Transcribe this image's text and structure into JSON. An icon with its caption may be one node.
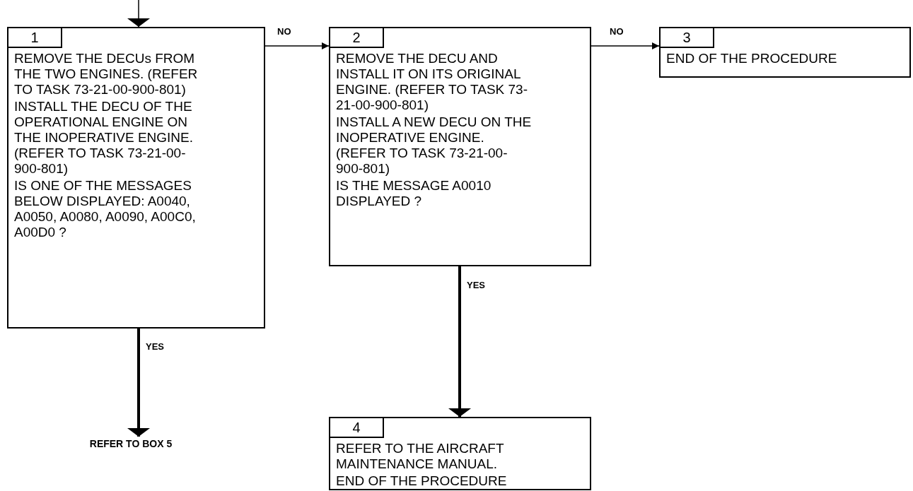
{
  "diagram": {
    "nodes": [
      {
        "text": [
          "1",
          "REMOVE THE DECUs FROM THE TWO ENGINES. (REFER TO TASK 73-21-00-900-801)",
          "INSTALL THE DECU OF THE OPERATIONAL ENGINE ON THE INOPERATIVE ENGINE. (REFER TO TASK 73-21-00-900-801)",
          "IS ONE OF THE MESSAGES BELOW DISPLAYED: A0040, A0050, A0080, A0090, A00C0, A00D0 ?"
        ]
      },
      {
        "text": [
          "2",
          "REMOVE THE DECU AND INSTALL IT ON ITS ORIGINAL ENGINE. (REFER TO TASK 73-21-00-900-801)",
          "INSTALL A NEW DECU ON THE INOPERATIVE ENGINE. (REFER TO TASK 73-21-00-900-801)",
          "IS THE MESSAGE A0010 DISPLAYED ?"
        ]
      },
      {
        "text": [
          "3",
          "END OF THE PROCEDURE"
        ]
      },
      {
        "text": [
          "4",
          "REFER TO THE AIRCRAFT MAINTENANCE MANUAL.",
          "END OF THE PROCEDURE"
        ]
      },
      {
        "text": [
          "REFER TO BOX 5"
        ]
      }
    ],
    "edges": [
      {
        "from": null,
        "to": 0,
        "arrow": "to"
      },
      {
        "from": 0,
        "to": 1,
        "arrow": "to",
        "label": "NO"
      },
      {
        "from": 1,
        "to": 2,
        "arrow": "to",
        "label": "NO"
      },
      {
        "from": 0,
        "to": 4,
        "arrow": "to",
        "label": "YES",
        "style": "thick"
      },
      {
        "from": 1,
        "to": 3,
        "arrow": "to",
        "label": "YES",
        "style": "thick"
      }
    ]
  }
}
